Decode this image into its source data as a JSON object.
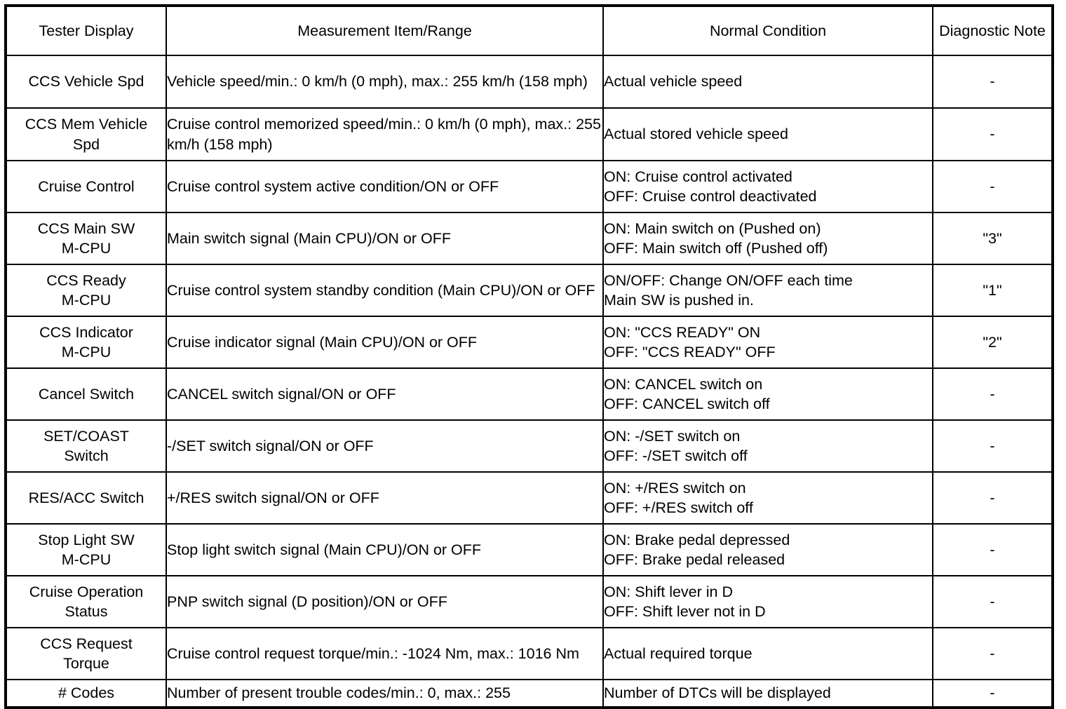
{
  "table": {
    "headers": [
      "Tester Display",
      "Measurement Item/Range",
      "Normal Condition",
      "Diagnostic Note"
    ],
    "rows": [
      {
        "tester": "CCS Vehicle Spd",
        "measure": "Vehicle speed/min.: 0 km/h (0 mph), max.: 255 km/h (158 mph)",
        "normal": "Actual vehicle speed",
        "note": "-"
      },
      {
        "tester": "CCS Mem Vehicle Spd",
        "measure": "Cruise control memorized speed/min.: 0 km/h (0 mph), max.: 255 km/h (158 mph)",
        "normal": "Actual stored vehicle speed",
        "note": "-"
      },
      {
        "tester": "Cruise Control",
        "measure": "Cruise control system active condition/ON or OFF",
        "normal_line1": "ON: Cruise control activated",
        "normal_line2": "OFF: Cruise control deactivated",
        "note": "-"
      },
      {
        "tester": "CCS Main SW M-CPU",
        "measure": "Main switch signal (Main CPU)/ON or OFF",
        "normal_line1": "ON: Main switch on (Pushed on)",
        "normal_line2": "OFF: Main switch off (Pushed off)",
        "note": "\"3\""
      },
      {
        "tester": "CCS Ready M-CPU",
        "measure": "Cruise control system standby condition (Main CPU)/ON or OFF",
        "normal_line1": "ON/OFF: Change ON/OFF each time",
        "normal_line2": "Main SW is pushed in.",
        "note": "\"1\""
      },
      {
        "tester": "CCS Indicator M-CPU",
        "measure": "Cruise indicator signal (Main CPU)/ON or OFF",
        "normal_line1": "ON: \"CCS READY\" ON",
        "normal_line2": "OFF: \"CCS READY\" OFF",
        "note": "\"2\""
      },
      {
        "tester": "Cancel Switch",
        "measure": "CANCEL switch signal/ON or OFF",
        "normal_line1": "ON: CANCEL switch on",
        "normal_line2": "OFF: CANCEL switch off",
        "note": "-"
      },
      {
        "tester": "SET/COAST Switch",
        "measure": "-/SET switch signal/ON or OFF",
        "normal_line1": "ON: -/SET switch on",
        "normal_line2": "OFF: -/SET switch off",
        "note": "-"
      },
      {
        "tester": "RES/ACC Switch",
        "measure": "+/RES switch signal/ON or OFF",
        "normal_line1": "ON: +/RES switch on",
        "normal_line2": "OFF: +/RES switch off",
        "note": "-"
      },
      {
        "tester": "Stop Light SW M-CPU",
        "measure": "Stop light switch signal (Main CPU)/ON or OFF",
        "normal_line1": "ON: Brake pedal depressed",
        "normal_line2": "OFF: Brake pedal released",
        "note": "-"
      },
      {
        "tester": "Cruise Operation Status",
        "measure": "PNP switch signal (D position)/ON or OFF",
        "normal_line1": "ON: Shift lever in D",
        "normal_line2": "OFF: Shift lever not in D",
        "note": "-"
      },
      {
        "tester": "CCS Request Torque",
        "measure": "Cruise control request torque/min.: -1024 Nm, max.: 1016 Nm",
        "normal": "Actual required torque",
        "note": "-"
      },
      {
        "tester": "# Codes",
        "measure": "Number of present trouble codes/min.: 0, max.: 255",
        "normal": "Number of DTCs will be displayed",
        "note": "-"
      }
    ],
    "tester_lines": [
      [
        "CCS Vehicle Spd"
      ],
      [
        "CCS Mem Vehicle",
        "Spd"
      ],
      [
        "Cruise Control"
      ],
      [
        "CCS Main SW",
        "M-CPU"
      ],
      [
        "CCS Ready",
        "M-CPU"
      ],
      [
        "CCS Indicator",
        "M-CPU"
      ],
      [
        "Cancel Switch"
      ],
      [
        "SET/COAST",
        "Switch"
      ],
      [
        "RES/ACC Switch"
      ],
      [
        "Stop Light SW",
        "M-CPU"
      ],
      [
        "Cruise Operation",
        "Status"
      ],
      [
        "CCS Request",
        "Torque"
      ],
      [
        "# Codes"
      ]
    ]
  }
}
